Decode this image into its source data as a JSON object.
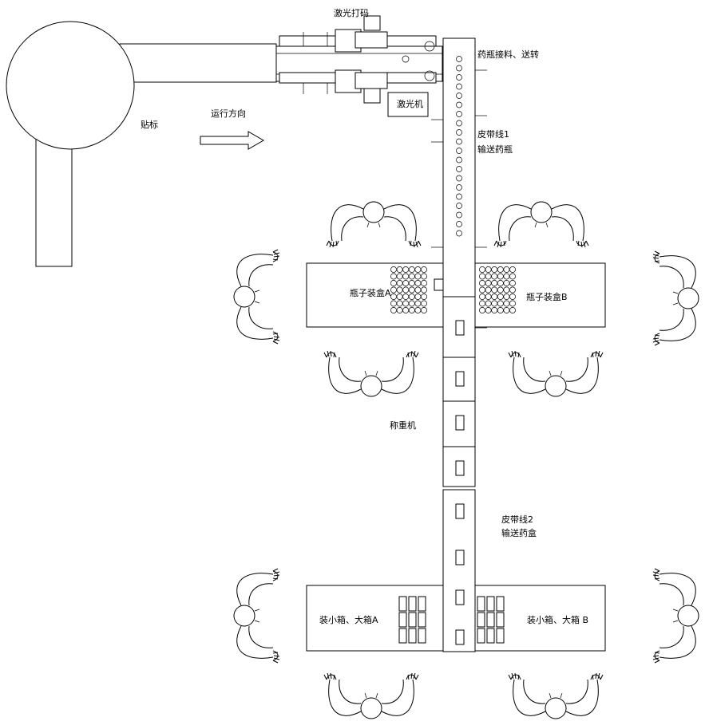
{
  "labels": {
    "laser_marking": "激光打码",
    "bottle_receive": "药瓶接料、送转",
    "laser_machine": "激光机",
    "labeling": "贴标",
    "direction": "运行方向",
    "belt1_line1": "皮带线1",
    "belt1_line2": "输送药瓶",
    "pack_a": "瓶子装盒A",
    "pack_b": "瓶子装盒B",
    "weigher": "称重机",
    "belt2_line1": "皮带线2",
    "belt2_line2": "输送药盒",
    "boxing_a": "装小箱、大箱A",
    "boxing_b": "装小箱、大箱 B"
  }
}
